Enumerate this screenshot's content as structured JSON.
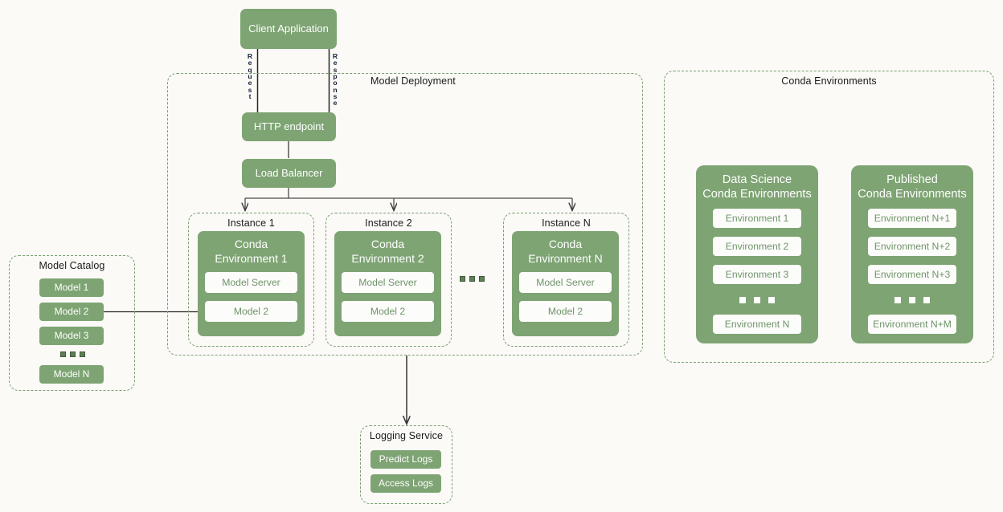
{
  "diagram": {
    "background_color": "#fbfaf7",
    "accent_green": "#7ea473",
    "dashed_border_color": "#79a070",
    "line_color": "#3a3a3a",
    "white_box_text_color": "#70946a"
  },
  "client": {
    "label": "Client Application"
  },
  "flow_labels": {
    "request": "Request",
    "response": "Response"
  },
  "model_deployment": {
    "title": "Model Deployment",
    "http_endpoint": "HTTP endpoint",
    "load_balancer": "Load Balancer",
    "instances": [
      {
        "title": "Instance 1",
        "conda_title": "Conda\nEnvironment 1",
        "items": [
          "Model Server",
          "Model 2"
        ]
      },
      {
        "title": "Instance 2",
        "conda_title": "Conda\nEnvironment 2",
        "items": [
          "Model Server",
          "Model 2"
        ]
      },
      {
        "title": "Instance N",
        "conda_title": "Conda\nEnvironment N",
        "items": [
          "Model Server",
          "Model 2"
        ]
      }
    ],
    "instance_ellipsis": "ellipsis-dots"
  },
  "model_catalog": {
    "title": "Model Catalog",
    "models": [
      "Model 1",
      "Model 2",
      "Model 3"
    ],
    "ellipsis": "ellipsis-dots",
    "last_model": "Model N"
  },
  "logging_service": {
    "title": "Logging Service",
    "logs": [
      "Predict Logs",
      "Access Logs"
    ]
  },
  "conda_environments": {
    "title": "Conda Environments",
    "panels": [
      {
        "title": "Data Science\nConda Environments",
        "environments": [
          "Environment 1",
          "Environment 2",
          "Environment 3"
        ],
        "ellipsis": "ellipsis-dots",
        "last_environment": "Environment N"
      },
      {
        "title": "Published\nConda Environments",
        "environments": [
          "Environment N+1",
          "Environment N+2",
          "Environment N+3"
        ],
        "ellipsis": "ellipsis-dots",
        "last_environment": "Environment N+M"
      }
    ]
  }
}
